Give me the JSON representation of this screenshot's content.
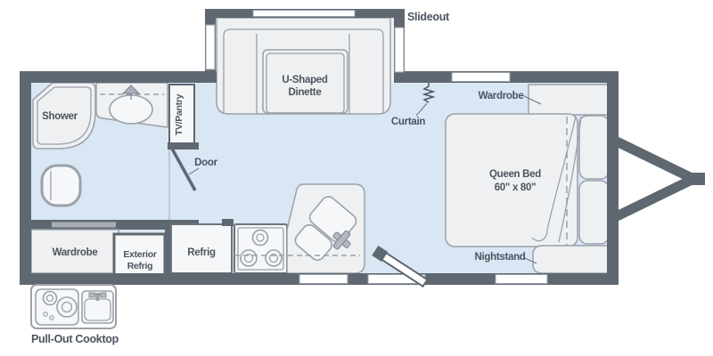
{
  "title": "Travel trailer floor plan",
  "colors": {
    "wall": "#5f6771",
    "floor": "#d9e6f4",
    "furniture": "#eef0f2",
    "appliance": "#f6f7f8",
    "outline": "#9aa1aa",
    "outline-dark": "#6b737e",
    "white": "#ffffff",
    "text": "#4c545e"
  },
  "slideout": {
    "label": "Slideout",
    "dinette_line1": "U-Shaped",
    "dinette_line2": "Dinette"
  },
  "bedroom": {
    "curtain": "Curtain",
    "wardrobe": "Wardrobe",
    "bed_name": "Queen Bed",
    "bed_size": "60\" x 80\"",
    "nightstand": "Nightstand"
  },
  "bathroom": {
    "shower": "Shower",
    "tv_pantry": "TV/Pantry",
    "door": "Door"
  },
  "kitchen": {
    "wardrobe": "Wardrobe",
    "exterior_refrig_line1": "Exterior",
    "exterior_refrig_line2": "Refrig",
    "refrig": "Refrig"
  },
  "exterior": {
    "pull_out_cooktop": "Pull-Out Cooktop"
  }
}
